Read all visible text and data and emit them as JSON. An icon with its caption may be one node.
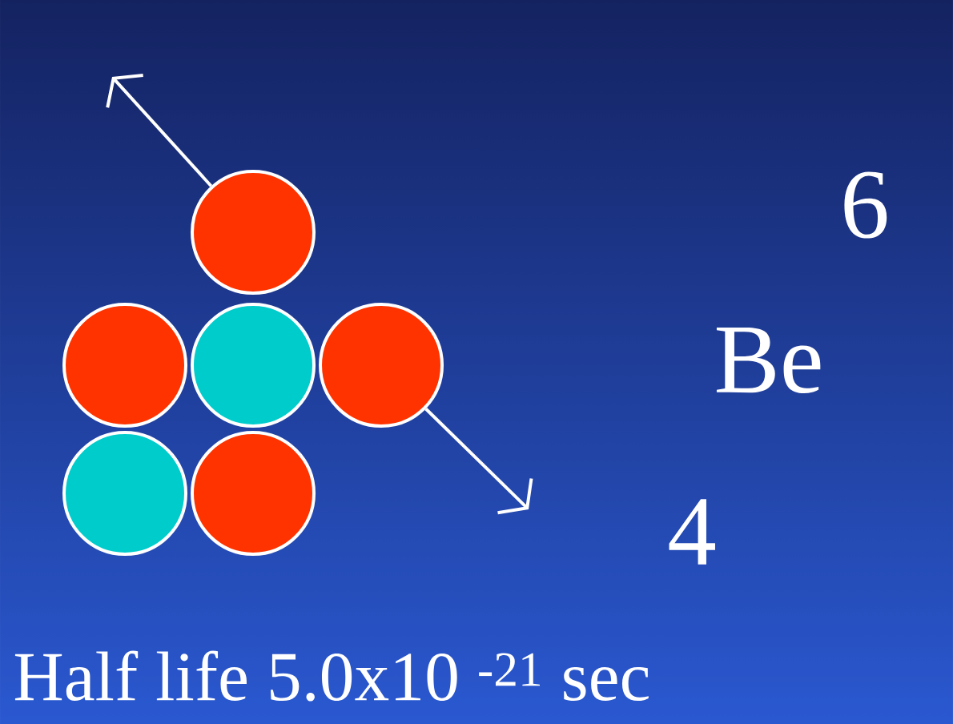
{
  "diagram": {
    "nodes": [
      {
        "text": [],
        "shape": "circle"
      },
      {
        "text": [],
        "shape": "circle"
      },
      {
        "text": [],
        "shape": "circle"
      },
      {
        "text": [],
        "shape": "circle"
      },
      {
        "text": [],
        "shape": "circle"
      },
      {
        "text": [],
        "shape": "circle"
      }
    ],
    "edges": [
      {
        "from": 0,
        "to": null,
        "arrow": "to"
      },
      {
        "from": 3,
        "to": null,
        "arrow": "to"
      }
    ],
    "labels": [
      "6",
      "Be",
      "4",
      "Half life 5.0x10 $^{-21}$ sec"
    ]
  }
}
